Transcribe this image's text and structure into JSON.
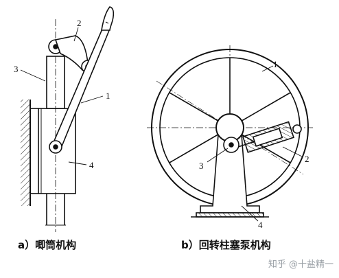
{
  "figure_a": {
    "caption": "a）唧筒机构",
    "labels": {
      "l1": "1",
      "l2": "2",
      "l3": "3",
      "l4": "4"
    }
  },
  "figure_b": {
    "caption": "b）回转柱塞泵机构",
    "labels": {
      "l1": "1",
      "l2": "2",
      "l3": "3",
      "l4": "4"
    }
  },
  "watermark": "知乎 @十盐精一"
}
